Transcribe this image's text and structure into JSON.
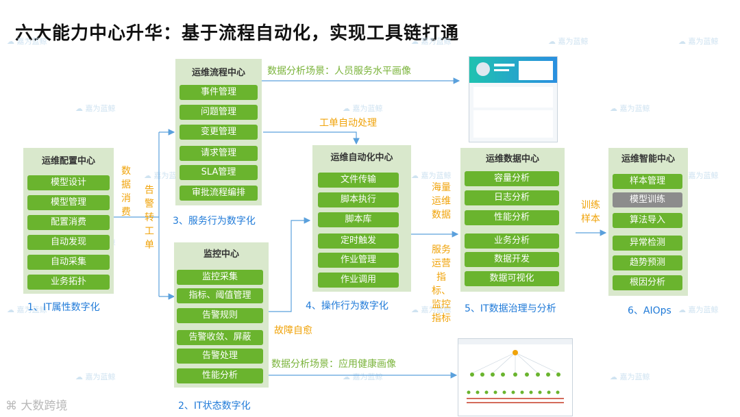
{
  "title": "六大能力中心升华：基于流程自动化，实现工具链打通",
  "centers": {
    "config": {
      "title": "运维配置中心",
      "items": [
        "模型设计",
        "模型管理",
        "配置消费",
        "自动发现",
        "自动采集",
        "业务拓扑"
      ],
      "caption": "1、IT属性数字化"
    },
    "monitor": {
      "title": "监控中心",
      "items": [
        "监控采集",
        "指标、阈值管理",
        "告警规则",
        "告警收敛、屏蔽",
        "告警处理",
        "性能分析"
      ],
      "caption": "2、IT状态数字化"
    },
    "process": {
      "title": "运维流程中心",
      "items": [
        "事件管理",
        "问题管理",
        "变更管理",
        "请求管理",
        "SLA管理",
        "审批流程编排"
      ],
      "caption": "3、服务行为数字化"
    },
    "automation": {
      "title": "运维自动化中心",
      "items": [
        "文件传输",
        "脚本执行",
        "脚本库",
        "定时触发",
        "作业管理",
        "作业调用"
      ],
      "caption": "4、操作行为数字化"
    },
    "data": {
      "title": "运维数据中心",
      "items": [
        "容量分析",
        "日志分析",
        "性能分析",
        "业务分析",
        "数据开发",
        "数据可视化"
      ],
      "caption": "5、IT数据治理与分析"
    },
    "ai": {
      "title": "运维智能中心",
      "items": [
        "样本管理",
        "模型训练",
        "算法导入",
        "异常检测",
        "趋势预测",
        "根因分析"
      ],
      "caption": "6、AIOps"
    }
  },
  "labels": {
    "data_consume": "数据消费",
    "alarm_ticket": "告警转工单",
    "scene_people": "数据分析场景：人员服务水平画像",
    "auto_ticket": "工单自动处理",
    "fault_heal": "故障自愈",
    "scene_app": "数据分析场景：应用健康画像",
    "mass_data": "海量运维数据",
    "service_metrics": "服务运营指标、监控指标",
    "train_sample": "训练样本"
  },
  "watermark": "嘉为蓝鲸",
  "logo": "大数跨境",
  "colors": {
    "item_green": "#6ab42e",
    "panel_bg": "#d9e8cc",
    "caption_blue": "#1f7ad8",
    "label_orange": "#f0a30a",
    "label_green": "#7ab33a"
  }
}
